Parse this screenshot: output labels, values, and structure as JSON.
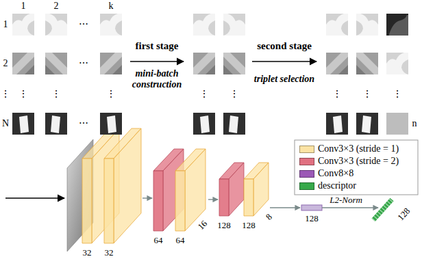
{
  "diagram": {
    "labels": [
      "1",
      "2",
      "k",
      "1",
      "⋯",
      "2",
      "⋯",
      "⋮",
      "⋮",
      "⋮",
      "⋮",
      "N",
      "⋯",
      "first stage",
      "mini-batch construction",
      "⋮",
      "⋮",
      "second stage",
      "triplet selection",
      "⋮",
      "⋮",
      "⋮",
      "n",
      "32",
      "32",
      "64",
      "64",
      "16",
      "128",
      "128",
      "8",
      "128",
      "L2-Norm",
      "128"
    ],
    "legend": [
      {
        "text": "Conv3×3 (stride = 1)",
        "color": "#fce3a4"
      },
      {
        "text": "Conv3×3 (stride = 2)",
        "color": "#e07080"
      },
      {
        "text": "Conv8×8",
        "color": "#9b59b6"
      },
      {
        "text": "descriptor",
        "color": "#36a84a"
      }
    ]
  }
}
